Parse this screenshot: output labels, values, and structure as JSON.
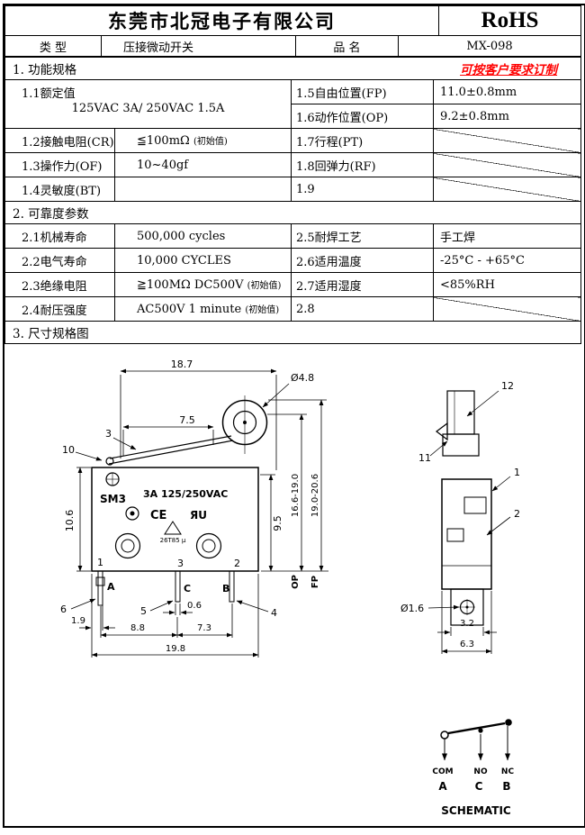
{
  "header": {
    "company": "东莞市北冠电子有限公司",
    "rohs": "RoHS",
    "type_label": "类  型",
    "type_value": "压接微动开关",
    "name_label": "品  名",
    "name_value": "MX-098"
  },
  "spec": {
    "section1_title": "1. 功能规格",
    "custom_note": "可按客户要求订制",
    "r11_label": "1.1额定值",
    "r11_value": "125VAC 3A/ 250VAC 1.5A",
    "r15_label": "1.5自由位置(FP)",
    "r15_value": "11.0±0.8mm",
    "r16_label": "1.6动作位置(OP)",
    "r16_value": "9.2±0.8mm",
    "r12_label": "1.2接触电阻(CR)",
    "r12_value": "≦100mΩ",
    "r12_note": "(初始值)",
    "r17_label": "1.7行程(PT)",
    "r13_label": "1.3操作力(OF)",
    "r13_value": "10~40gf",
    "r18_label": "1.8回弹力(RF)",
    "r14_label": "1.4灵敏度(BT)",
    "r19_label": "1.9",
    "section2_title": "2. 可靠度参数",
    "r21_label": "2.1机械寿命",
    "r21_value": "500,000 cycles",
    "r25_label": "2.5耐焊工艺",
    "r25_value": "手工焊",
    "r22_label": "2.2电气寿命",
    "r22_value": "10,000  CYCLES",
    "r26_label": "2.6适用温度",
    "r26_value": "-25°C - +65°C",
    "r23_label": "2.3绝缘电阻",
    "r23_value": "≧100MΩ DC500V",
    "r23_note": "(初始值)",
    "r27_label": "2.7适用湿度",
    "r27_value": "<85%RH",
    "r24_label": "2.4耐压强度",
    "r24_value": "AC500V 1 minute",
    "r24_note": "(初始值)",
    "r28_label": "2.8",
    "section3_title": "3. 尺寸规格图"
  },
  "drawing": {
    "dim_width_top": "18.7",
    "dim_roller": "Ø4.8",
    "dim_lever": "7.5",
    "dim_body_height": "10.6",
    "dim_right_height": "9.5",
    "dim_op_range": "16.6-19.0",
    "dim_fp_range": "19.0-20.6",
    "op_label": "OP",
    "fp_label": "FP",
    "dim_pin_offset": "1.9",
    "dim_pin_span1": "8.8",
    "dim_pin_span2": "7.3",
    "dim_pin_width": "0.6",
    "dim_total_width": "19.8",
    "mark_model": "SM3",
    "mark_rating": "3A 125/250VAC",
    "mark_ce": "CE",
    "mark_ul": "ЯU",
    "mark_tri": "26T85 μ",
    "pin_no_1": "1",
    "pin_no_3": "3",
    "pin_no_2": "2",
    "term_a": "A",
    "term_c": "C",
    "term_b": "B",
    "callout_10": "10",
    "callout_3": "3",
    "callout_6": "6",
    "callout_5": "5",
    "callout_4": "4",
    "callout_12": "12",
    "callout_11": "11",
    "callout_1": "1",
    "callout_2": "2",
    "dim_hole": "Ø1.6",
    "dim_foot_width": "3.2",
    "dim_side_width": "6.3"
  },
  "schematic": {
    "com": "COM",
    "no": "NO",
    "nc": "NC",
    "a": "A",
    "c": "C",
    "b": "B",
    "title": "SCHEMATIC"
  }
}
